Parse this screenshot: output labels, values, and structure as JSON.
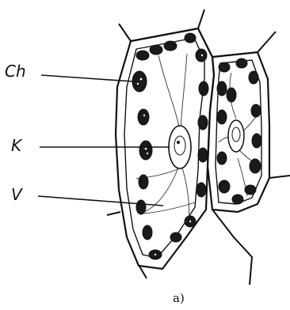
{
  "labels": {
    "chloroplast": "Ch",
    "nucleus": "K",
    "vacuole": "V"
  },
  "caption": "a)",
  "colors": {
    "ink": "#111111",
    "background": "#ffffff"
  }
}
